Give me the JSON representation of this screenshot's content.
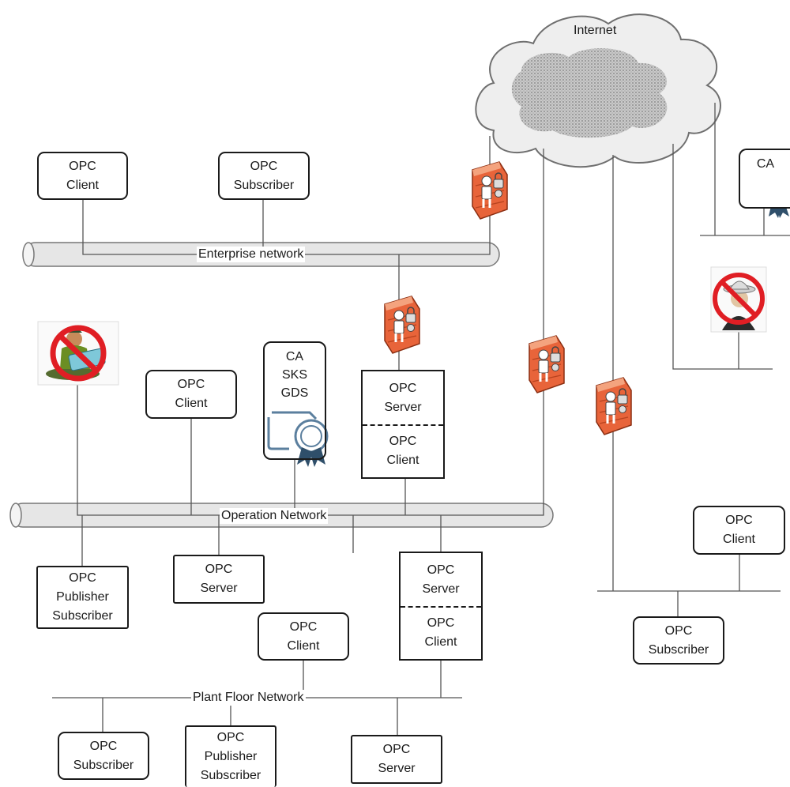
{
  "cloud": {
    "label": "Internet"
  },
  "networks": {
    "enterprise": "Enterprise network",
    "operation": "Operation Network",
    "plant_floor": "Plant Floor Network"
  },
  "nodes": {
    "ent_client": [
      "OPC",
      "Client"
    ],
    "ent_subscriber": [
      "OPC",
      "Subscriber"
    ],
    "op_client": [
      "OPC",
      "Client"
    ],
    "op_server_client_top": [
      "OPC",
      "Server"
    ],
    "op_server_client_bottom": [
      "OPC",
      "Client"
    ],
    "op_pubsub": [
      "OPC",
      "Publisher",
      "Subscriber"
    ],
    "op_server": [
      "OPC",
      "Server"
    ],
    "plant_client": [
      "OPC",
      "Client"
    ],
    "plant_server_client_top": [
      "OPC",
      "Server"
    ],
    "plant_server_client_bottom": [
      "OPC",
      "Client"
    ],
    "remote_client": [
      "OPC",
      "Client"
    ],
    "remote_subscriber": [
      "OPC",
      "Subscriber"
    ],
    "pf_subscriber": [
      "OPC",
      "Subscriber"
    ],
    "pf_pubsub": [
      "OPC",
      "Publisher",
      "Subscriber"
    ],
    "pf_server": [
      "OPC",
      "Server"
    ]
  },
  "certificates": {
    "ca_remote": [
      "CA"
    ],
    "ca_operation": [
      "CA",
      "SKS",
      "GDS"
    ]
  },
  "icons": {
    "firewall": "firewall-icon",
    "prohibited_thief": "prohibited-thief-icon",
    "prohibited_spy": "prohibited-spy-icon",
    "certificate": "certificate-icon"
  },
  "colors": {
    "firewall_orange": "#e8643a",
    "prohibit_red": "#e01e24",
    "pipe_fill": "#e6e6e6",
    "cloud_fill": "#eeeeee",
    "cert_blue": "#5b7f9e"
  }
}
